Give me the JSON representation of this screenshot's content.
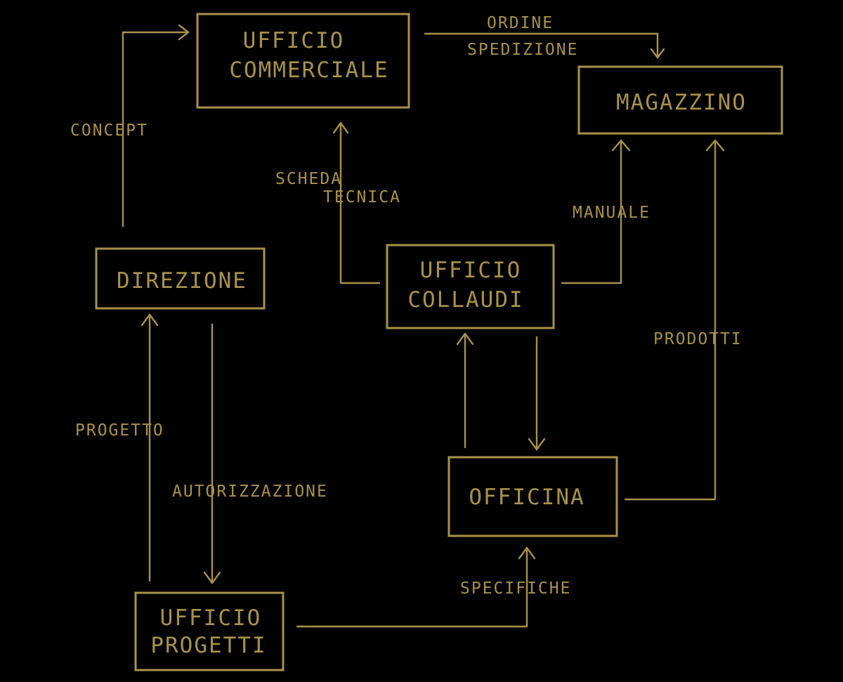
{
  "colors": {
    "background": "#000000",
    "ink": "#a8924a"
  },
  "nodes": {
    "ufficio_commerciale": {
      "line1": "UFFICIO",
      "line2": "COMMERCIALE"
    },
    "magazzino": {
      "line1": "MAGAZZINO"
    },
    "direzione": {
      "line1": "DIREZIONE"
    },
    "ufficio_collaudi": {
      "line1": "UFFICIO",
      "line2": "COLLAUDI"
    },
    "officina": {
      "line1": "OFFICINA"
    },
    "ufficio_progetti": {
      "line1": "UFFICIO",
      "line2": "PROGETTI"
    }
  },
  "edges": {
    "concept": "CONCEPT",
    "ordine_spedizione": {
      "line1": "ORDINE",
      "line2": "SPEDIZIONE"
    },
    "scheda_tecnica": {
      "line1": "SCHEDA",
      "line2": "TECNICA"
    },
    "manuale": "MANUALE",
    "prodotti": "PRODOTTI",
    "progetto": "PROGETTO",
    "autorizzazione": "AUTORIZZAZIONE",
    "specifiche": "SPECIFICHE"
  }
}
